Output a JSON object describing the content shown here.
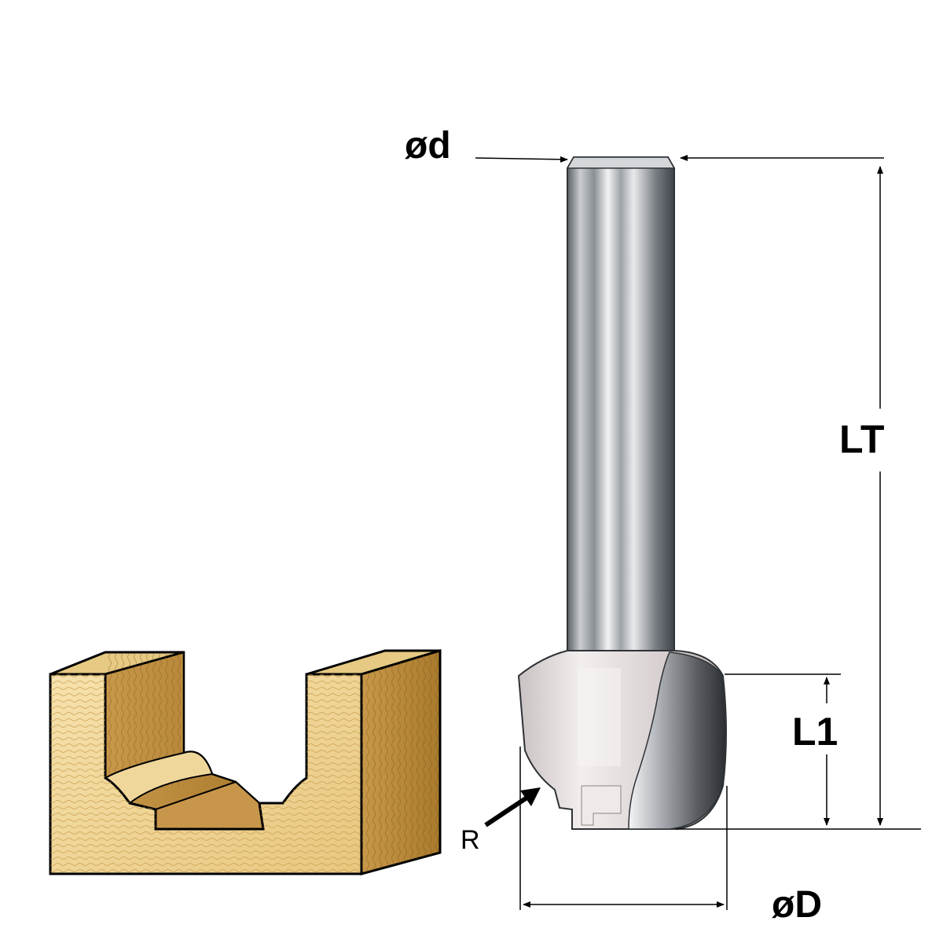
{
  "labels": {
    "shank_diameter": "ød",
    "total_length": "LT",
    "cutting_length": "L1",
    "cutter_diameter": "øD",
    "radius": "R"
  },
  "colors": {
    "wood_light": "#f1d79a",
    "wood_dark": "#b8862f",
    "steel_dark": "#4d5156",
    "steel_light": "#e6e8ea",
    "carbide": "#ddd3d2"
  },
  "icons": {
    "router_bit": "router-bit-illustration",
    "wood_profile": "wood-block-profile"
  }
}
